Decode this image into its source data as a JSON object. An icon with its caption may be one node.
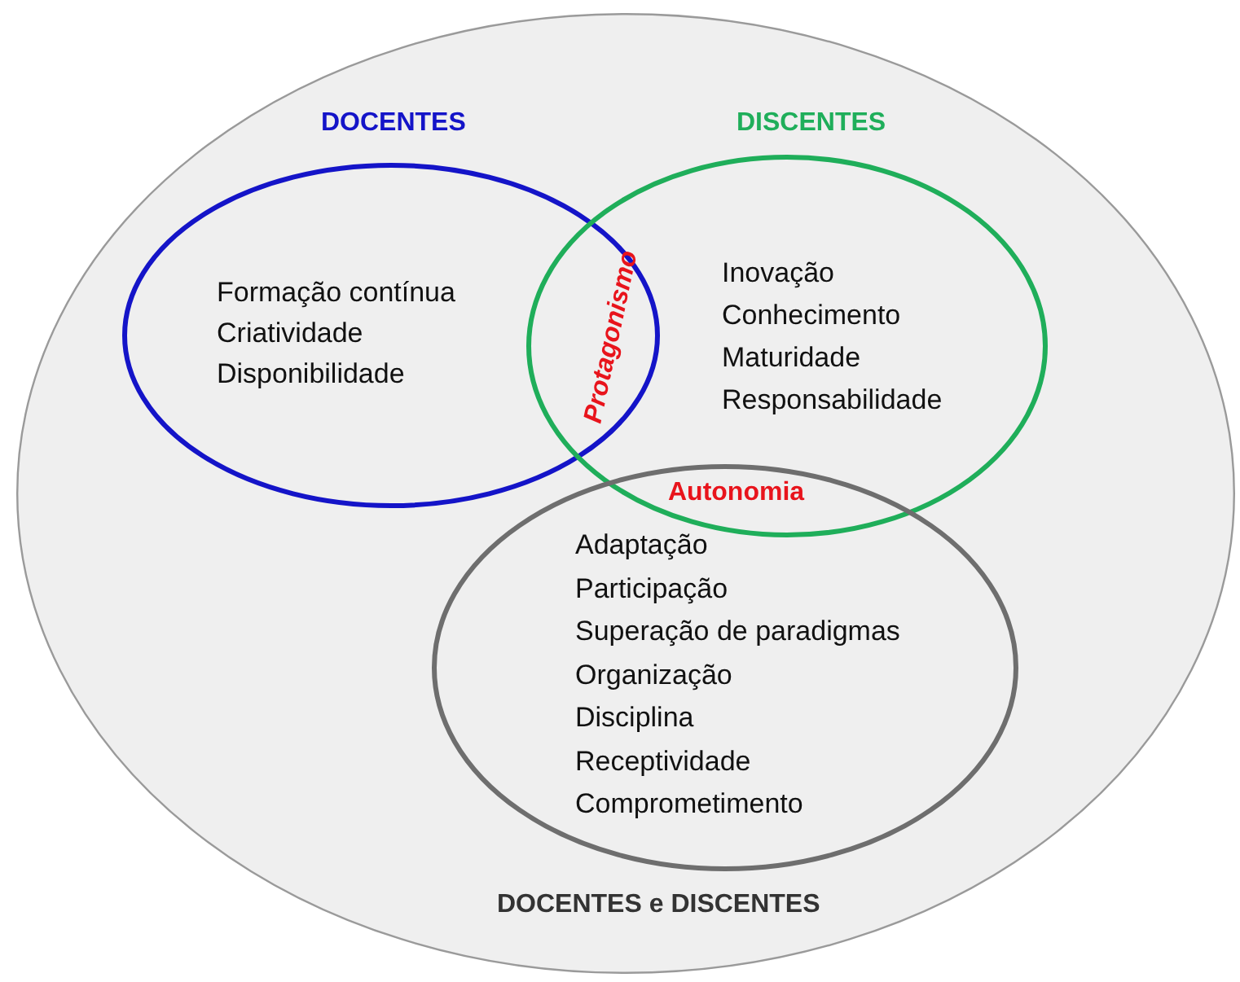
{
  "diagram": {
    "nodes": [
      {
        "text": [
          "DOCENTES e DISCENTES"
        ]
      },
      {
        "text": [
          "DOCENTES",
          "Formação contínua",
          "Criatividade",
          "Disponibilidade"
        ],
        "in": 0
      },
      {
        "text": [
          "DISCENTES",
          "Inovação",
          "Conhecimento",
          "Maturidade",
          "Responsabilidade"
        ],
        "in": 0
      },
      {
        "text": [
          "Adaptação",
          "Participação",
          "Superação de paradigmas",
          "Organização",
          "Disciplina",
          "Receptividade",
          "Comprometimento"
        ],
        "in": 0
      }
    ],
    "labels": [
      "Protagonismo",
      "Autonomia"
    ]
  }
}
